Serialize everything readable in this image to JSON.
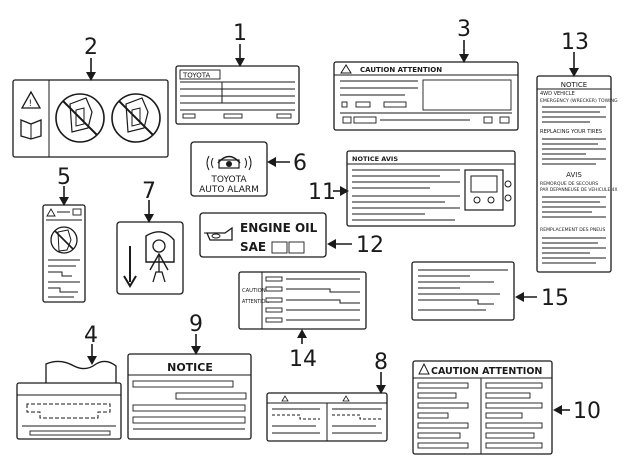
{
  "callouts": [
    "1",
    "2",
    "3",
    "4",
    "5",
    "6",
    "7",
    "8",
    "9",
    "10",
    "11",
    "12",
    "13",
    "14",
    "15"
  ],
  "labels": {
    "toyota": "TOYOTA",
    "caution_attention_3": "CAUTION   ATTENTION",
    "toyota_auto_alarm_1": "TOYOTA",
    "toyota_auto_alarm_2": "AUTO ALARM",
    "notice_avis": "NOTICE  AVIS",
    "engine_oil": "ENGINE  OIL",
    "sae": "SAE",
    "notice_13": "NOTICE",
    "vehicle_13": "4WD VEHICLE",
    "emergency_13": "EMERGENCY (WRECKER)  TOWING",
    "replacing_13": "REPLACING YOUR TIRES",
    "avis_13": "AVIS",
    "remorque_13a": "REMORQUE DE SECOURS",
    "remorque_13b": "PAR DEPANNEUSE DE VEHICULE 4X",
    "remplacement_13": "REMPLACEMENT DES PNEUS",
    "caution_14": "CAUTION",
    "attention_14": "ATTENTION",
    "notice_9": "NOTICE",
    "caution_attention_10": "CAUTION  ATTENTION"
  }
}
